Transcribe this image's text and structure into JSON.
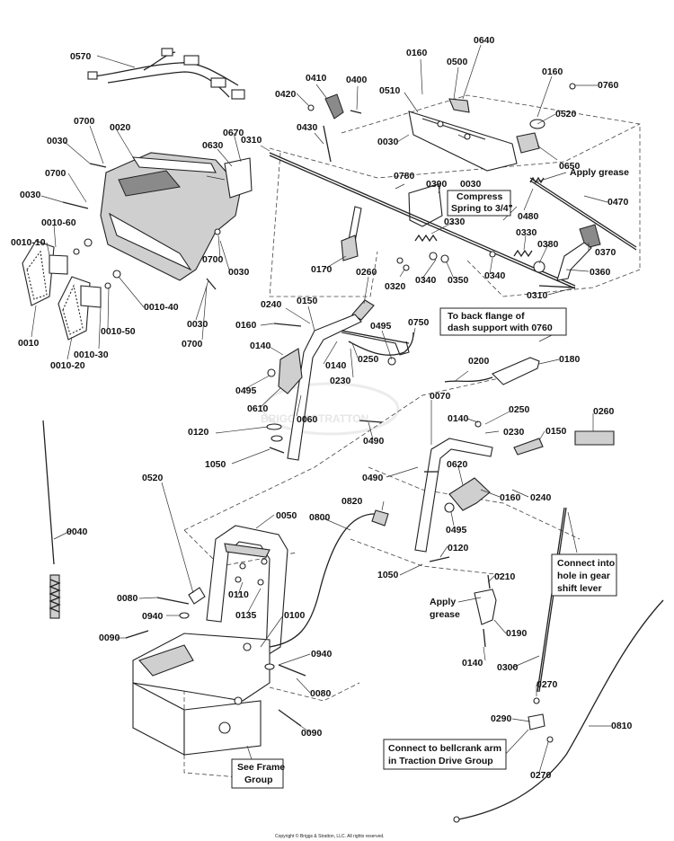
{
  "callouts": [
    {
      "id": "c0570",
      "text": "0570"
    },
    {
      "id": "c0700a",
      "text": "0700"
    },
    {
      "id": "c0020",
      "text": "0020"
    },
    {
      "id": "c0030a",
      "text": "0030"
    },
    {
      "id": "c0700b",
      "text": "0700"
    },
    {
      "id": "c0030b",
      "text": "0030"
    },
    {
      "id": "c0010_60",
      "text": "0010-60"
    },
    {
      "id": "c0010_10",
      "text": "0010-10"
    },
    {
      "id": "c0010",
      "text": "0010"
    },
    {
      "id": "c0010_20",
      "text": "0010-20"
    },
    {
      "id": "c0010_30",
      "text": "0010-30"
    },
    {
      "id": "c0010_50",
      "text": "0010-50"
    },
    {
      "id": "c0010_40",
      "text": "0010-40"
    },
    {
      "id": "c0700c",
      "text": "0700"
    },
    {
      "id": "c0030c",
      "text": "0030"
    },
    {
      "id": "c0700d",
      "text": "0700"
    },
    {
      "id": "c0030d",
      "text": "0030"
    },
    {
      "id": "c0670",
      "text": "0670"
    },
    {
      "id": "c0630",
      "text": "0630"
    },
    {
      "id": "c0310a",
      "text": "0310"
    },
    {
      "id": "c0420",
      "text": "0420"
    },
    {
      "id": "c0410",
      "text": "0410"
    },
    {
      "id": "c0400",
      "text": "0400"
    },
    {
      "id": "c0430",
      "text": "0430"
    },
    {
      "id": "c0160a",
      "text": "0160"
    },
    {
      "id": "c0640",
      "text": "0640"
    },
    {
      "id": "c0500",
      "text": "0500"
    },
    {
      "id": "c0510",
      "text": "0510"
    },
    {
      "id": "c0160b",
      "text": "0160"
    },
    {
      "id": "c0760",
      "text": "0760"
    },
    {
      "id": "c0520a",
      "text": "0520"
    },
    {
      "id": "c0030e",
      "text": "0030"
    },
    {
      "id": "c0030f",
      "text": "0030"
    },
    {
      "id": "c0650",
      "text": "0650"
    },
    {
      "id": "c0780",
      "text": "0780"
    },
    {
      "id": "c0390",
      "text": "0390"
    },
    {
      "id": "c0330a",
      "text": "0330"
    },
    {
      "id": "c0480",
      "text": "0480"
    },
    {
      "id": "c0470",
      "text": "0470"
    },
    {
      "id": "c0330b",
      "text": "0330"
    },
    {
      "id": "c0380",
      "text": "0380"
    },
    {
      "id": "c0370",
      "text": "0370"
    },
    {
      "id": "c0340a",
      "text": "0340"
    },
    {
      "id": "c0350",
      "text": "0350"
    },
    {
      "id": "c0340b",
      "text": "0340"
    },
    {
      "id": "c0360",
      "text": "0360"
    },
    {
      "id": "c0320",
      "text": "0320"
    },
    {
      "id": "c0310b",
      "text": "0310"
    },
    {
      "id": "c0170",
      "text": "0170"
    },
    {
      "id": "c0260a",
      "text": "0260"
    },
    {
      "id": "c0240a",
      "text": "0240"
    },
    {
      "id": "c0150a",
      "text": "0150"
    },
    {
      "id": "c0160c",
      "text": "0160"
    },
    {
      "id": "c0495a",
      "text": "0495"
    },
    {
      "id": "c0750",
      "text": "0750"
    },
    {
      "id": "c0140a",
      "text": "0140"
    },
    {
      "id": "c0140b",
      "text": "0140"
    },
    {
      "id": "c0250a",
      "text": "0250"
    },
    {
      "id": "c0230a",
      "text": "0230"
    },
    {
      "id": "c0495b",
      "text": "0495"
    },
    {
      "id": "c0610",
      "text": "0610"
    },
    {
      "id": "c0060",
      "text": "0060"
    },
    {
      "id": "c0200",
      "text": "0200"
    },
    {
      "id": "c0180",
      "text": "0180"
    },
    {
      "id": "c0070",
      "text": "0070"
    },
    {
      "id": "c0120a",
      "text": "0120"
    },
    {
      "id": "c0490a",
      "text": "0490"
    },
    {
      "id": "c1050a",
      "text": "1050"
    },
    {
      "id": "c0250b",
      "text": "0250"
    },
    {
      "id": "c0140c",
      "text": "0140"
    },
    {
      "id": "c0230b",
      "text": "0230"
    },
    {
      "id": "c0150b",
      "text": "0150"
    },
    {
      "id": "c0260b",
      "text": "0260"
    },
    {
      "id": "c0520b",
      "text": "0520"
    },
    {
      "id": "c0490b",
      "text": "0490"
    },
    {
      "id": "c0620",
      "text": "0620"
    },
    {
      "id": "c0160d",
      "text": "0160"
    },
    {
      "id": "c0240b",
      "text": "0240"
    },
    {
      "id": "c0495c",
      "text": "0495"
    },
    {
      "id": "c0040",
      "text": "0040"
    },
    {
      "id": "c0820",
      "text": "0820"
    },
    {
      "id": "c0050",
      "text": "0050"
    },
    {
      "id": "c0800",
      "text": "0800"
    },
    {
      "id": "c0120b",
      "text": "0120"
    },
    {
      "id": "c1050b",
      "text": "1050"
    },
    {
      "id": "c0110",
      "text": "0110"
    },
    {
      "id": "c0080a",
      "text": "0080"
    },
    {
      "id": "c0135",
      "text": "0135"
    },
    {
      "id": "c0210",
      "text": "0210"
    },
    {
      "id": "c0940a",
      "text": "0940"
    },
    {
      "id": "c0100",
      "text": "0100"
    },
    {
      "id": "c0090a",
      "text": "0090"
    },
    {
      "id": "c0190",
      "text": "0190"
    },
    {
      "id": "c0940b",
      "text": "0940"
    },
    {
      "id": "c0140d",
      "text": "0140"
    },
    {
      "id": "c0300",
      "text": "0300"
    },
    {
      "id": "c0080b",
      "text": "0080"
    },
    {
      "id": "c0270a",
      "text": "0270"
    },
    {
      "id": "c0090b",
      "text": "0090"
    },
    {
      "id": "c0290",
      "text": "0290"
    },
    {
      "id": "c0810",
      "text": "0810"
    },
    {
      "id": "c0270b",
      "text": "0270"
    }
  ],
  "notes": {
    "apply_grease_top": "Apply grease",
    "compress_line1": "Compress",
    "compress_line2": "Spring to 3/4\"",
    "back_flange_line1": "To back flange of",
    "back_flange_line2": "dash support with 0760",
    "connect_gear_line1": "Connect into",
    "connect_gear_line2": "hole in gear",
    "connect_gear_line3": "shift lever",
    "apply_grease_mid_line1": "Apply",
    "apply_grease_mid_line2": "grease",
    "frame_line1": "See Frame",
    "frame_line2": "Group",
    "bellcrank_line1": "Connect to bellcrank arm",
    "bellcrank_line2": "in Traction Drive Group"
  },
  "watermark": "BRIGGS&STRATTON",
  "copyright": "Copyright © Briggs & Stratton, LLC. All rights reserved."
}
